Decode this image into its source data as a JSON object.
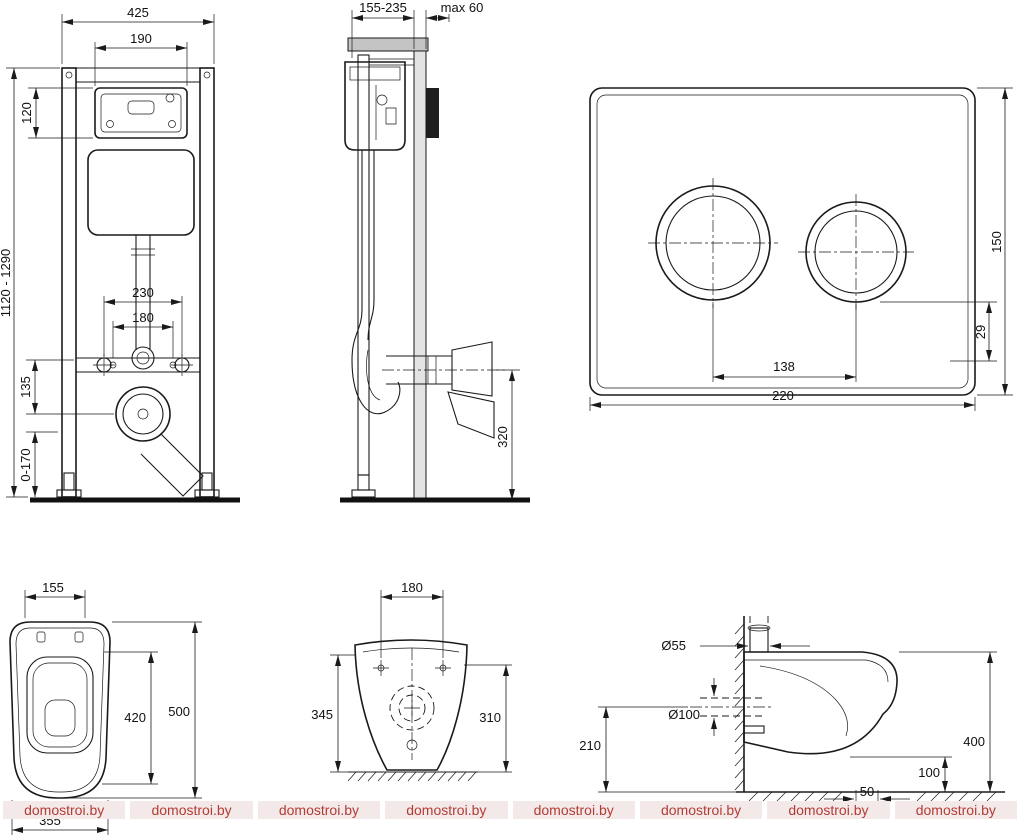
{
  "colors": {
    "line": "#1a1a1a",
    "watermark_text": "#b43c35",
    "wall_fill": "#e3e3e3",
    "slab_fill": "#c4c4c4"
  },
  "watermark": {
    "text": "domostroi.by"
  },
  "views": {
    "frame_front": {
      "dims": {
        "total_width": "425",
        "box_width": "190",
        "box_height": "120",
        "frame_height": "1120 - 1290",
        "bolt_spacing_wide": "230",
        "bolt_spacing_narrow": "180",
        "outlet_drop": "135",
        "foot_adjust": "0-170"
      }
    },
    "frame_side": {
      "dims": {
        "depth_range": "155-235",
        "max_wall_offset": "max 60",
        "outlet_height": "320"
      }
    },
    "flush_plate": {
      "dims": {
        "plate_height": "150",
        "button_offset": "29",
        "button_spacing": "138",
        "plate_width": "220"
      }
    },
    "toilet_top": {
      "dims": {
        "seat_width": "155",
        "bowl_depth": "420",
        "total_depth": "500",
        "total_width": "355"
      }
    },
    "toilet_front": {
      "dims": {
        "fixing_spacing": "180",
        "height_left": "345",
        "height_right": "310"
      }
    },
    "toilet_side": {
      "dims": {
        "inlet_diameter": "Ø55",
        "outlet_diameter": "Ø100",
        "outlet_height": "210",
        "total_height": "400",
        "bottom_height": "100",
        "bottom_offset": "50"
      }
    }
  }
}
